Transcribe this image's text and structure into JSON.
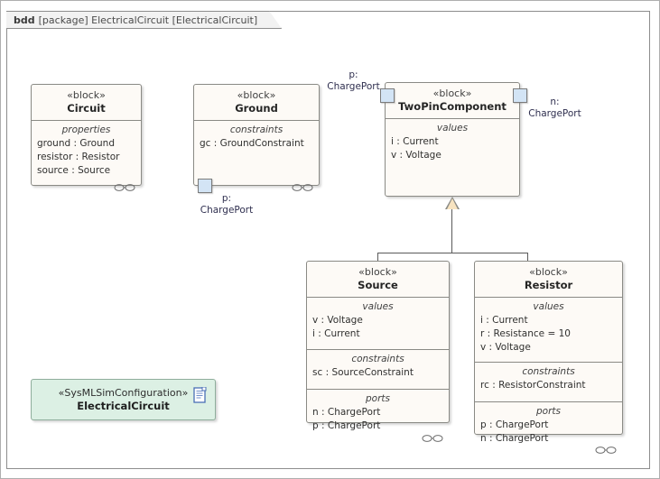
{
  "diagram": {
    "tab_kind": "bdd",
    "tab_rest": "[package] ElectricalCircuit [ElectricalCircuit]",
    "stereotype_block": "«block»",
    "colors": {
      "block_fill": "#fdfaf6",
      "block_border": "#8a8a85",
      "port_fill": "#d3e4f5",
      "port_border": "#7b7b7b",
      "generalization_fill": "#f7e3c0",
      "sim_config_fill": "#dcf0e4",
      "sim_config_border": "#8fae9c",
      "frame_border": "#8d8d8d",
      "tab_fill": "#f2f2f2"
    }
  },
  "blocks": {
    "circuit": {
      "stereotype": "«block»",
      "name": "Circuit",
      "compartments": [
        {
          "title": "properties",
          "features": [
            "ground : Ground",
            "resistor : Resistor",
            "source : Source"
          ]
        }
      ]
    },
    "ground": {
      "stereotype": "«block»",
      "name": "Ground",
      "compartments": [
        {
          "title": "constraints",
          "features": [
            "gc : GroundConstraint"
          ]
        }
      ],
      "ports": [
        {
          "label_line1": "p:",
          "label_line2": "ChargePort"
        }
      ]
    },
    "two_pin_component": {
      "stereotype": "«block»",
      "name": "TwoPinComponent",
      "compartments": [
        {
          "title": "values",
          "features": [
            "i : Current",
            "v : Voltage"
          ]
        }
      ],
      "ports": [
        {
          "label_line1": "p:",
          "label_line2": "ChargePort"
        },
        {
          "label_line1": "n:",
          "label_line2": "ChargePort"
        }
      ]
    },
    "source": {
      "stereotype": "«block»",
      "name": "Source",
      "compartments": [
        {
          "title": "values",
          "features": [
            "v : Voltage",
            "i : Current"
          ]
        },
        {
          "title": "constraints",
          "features": [
            "sc : SourceConstraint"
          ]
        },
        {
          "title": "ports",
          "features": [
            "n : ChargePort",
            "p : ChargePort"
          ]
        }
      ]
    },
    "resistor": {
      "stereotype": "«block»",
      "name": "Resistor",
      "compartments": [
        {
          "title": "values",
          "features": [
            "i : Current",
            "r : Resistance = 10",
            "v : Voltage"
          ]
        },
        {
          "title": "constraints",
          "features": [
            "rc : ResistorConstraint"
          ]
        },
        {
          "title": "ports",
          "features": [
            "p : ChargePort",
            "n : ChargePort"
          ]
        }
      ]
    }
  },
  "sim_config": {
    "stereotype": "«SysMLSimConfiguration»",
    "name": "ElectricalCircuit"
  }
}
